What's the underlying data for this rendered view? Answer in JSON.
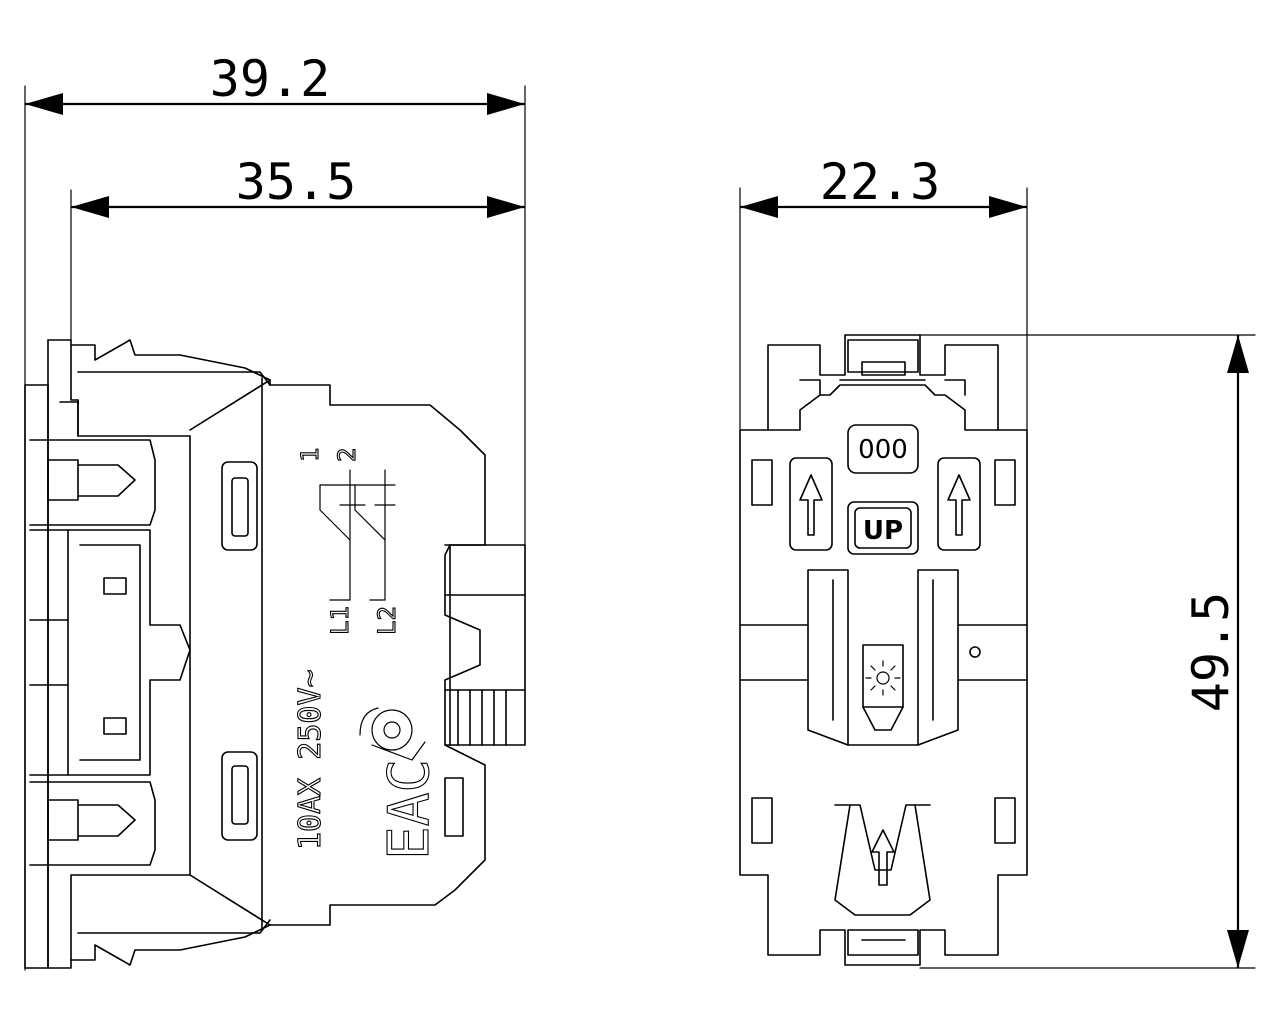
{
  "dimensions": {
    "overall_width": "39.2",
    "body_width": "35.5",
    "front_width": "22.3",
    "height": "49.5"
  },
  "side_view": {
    "rating": "10AX 250V~",
    "terminal_labels": [
      "1",
      "2",
      "L1",
      "L2"
    ],
    "cert_mark": "EAC"
  },
  "front_view": {
    "code_label": "000",
    "up_label": "UP"
  }
}
